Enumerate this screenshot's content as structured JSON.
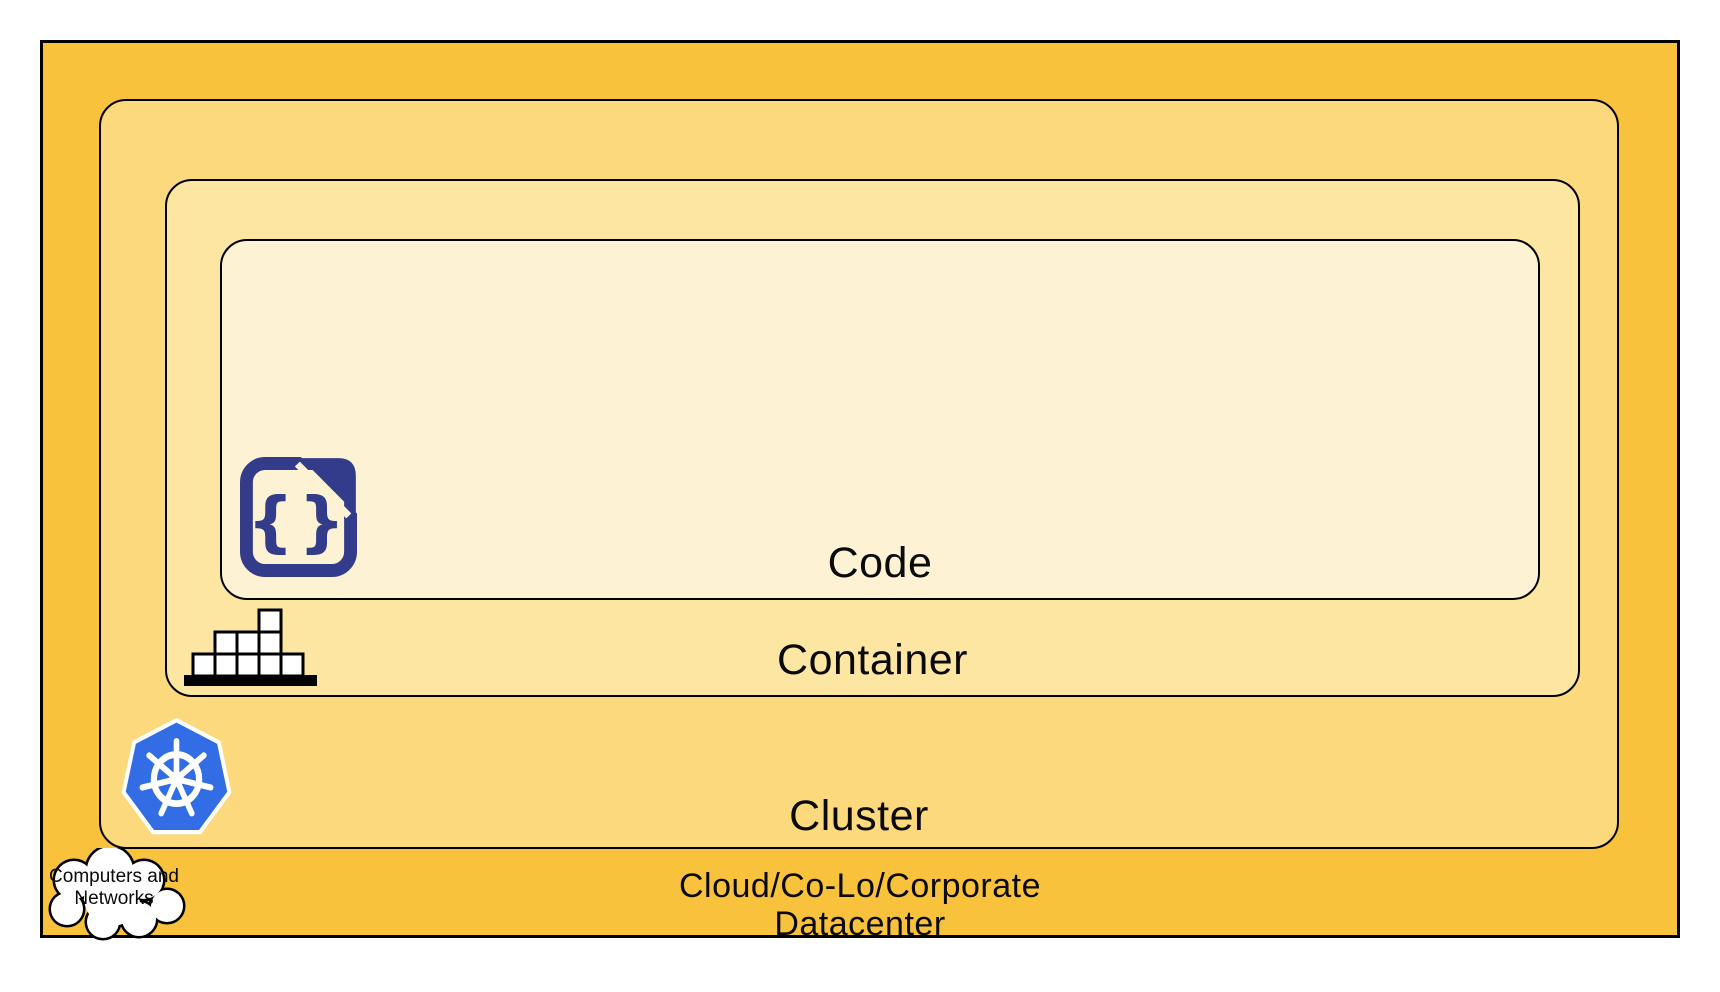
{
  "diagram": {
    "type": "nested-layers",
    "description": "Kubernetes deployment nesting diagram",
    "layers": [
      {
        "id": "code",
        "label": "Code",
        "fill": "#FDF3D4",
        "icon": "code-file-icon"
      },
      {
        "id": "container",
        "label": "Container",
        "fill": "#FCE6A1",
        "icon": "container-blocks-icon"
      },
      {
        "id": "cluster",
        "label": "Cluster",
        "fill": "#FCD97D",
        "icon": "kubernetes-icon"
      },
      {
        "id": "datacenter",
        "label_line1": "Cloud/Co-Lo/Corporate",
        "label_line2": "Datacenter",
        "fill": "#F8C23D",
        "icon": "computers-networks-cloud-icon"
      }
    ],
    "cloud_callout": {
      "line1": "Computers and",
      "line2": "Networks"
    },
    "colors": {
      "border": "#000000",
      "code_icon_navy": "#333C8B",
      "kubernetes_blue": "#326DE6",
      "block_fill": "#FFFFFF",
      "page_background": "#FFFFFF"
    }
  }
}
